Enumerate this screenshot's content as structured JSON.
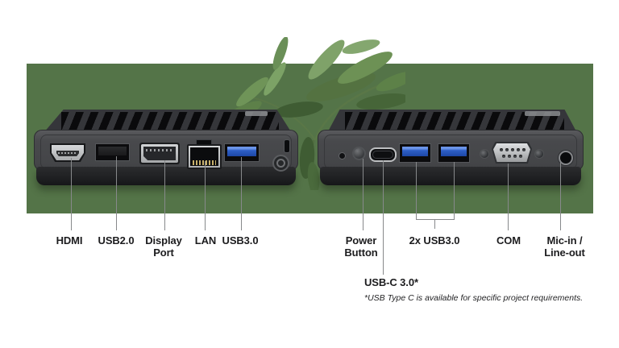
{
  "colors": {
    "backdrop_band": "#547448",
    "label_text": "#1c1c1e",
    "connector_line": "#87898b",
    "usb3_blue": "#2e5fc6",
    "device_body": "#48494c"
  },
  "labels": {
    "left": [
      {
        "lines": [
          "HDMI"
        ]
      },
      {
        "lines": [
          "USB2.0"
        ]
      },
      {
        "lines": [
          "Display",
          "Port"
        ]
      },
      {
        "lines": [
          "LAN"
        ]
      },
      {
        "lines": [
          "USB3.0"
        ]
      }
    ],
    "right": [
      {
        "lines": [
          "Power",
          "Button"
        ]
      },
      {
        "lines": [
          "2x USB3.0"
        ]
      },
      {
        "lines": [
          "COM"
        ]
      },
      {
        "lines": [
          "Mic-in /",
          "Line-out"
        ]
      },
      {
        "lines": [
          "USB-C 3.0*"
        ]
      }
    ]
  },
  "footnote": "*USB Type C is available for specific project requirements."
}
